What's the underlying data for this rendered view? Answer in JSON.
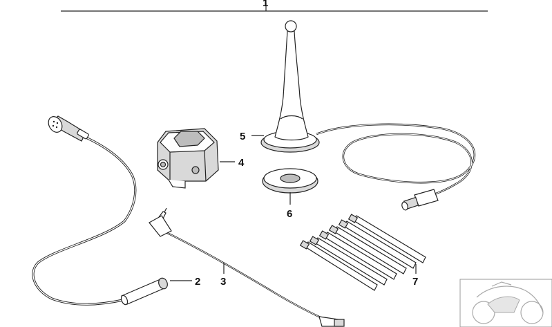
{
  "callouts": {
    "top": "1",
    "cable_adapter": "2",
    "patch_cable": "3",
    "module": "4",
    "antenna": "5",
    "washer": "6",
    "cable_ties": "7"
  },
  "colors": {
    "line": "#222222",
    "fill_light": "#d9d9d9",
    "fill_mid": "#bdbdbd",
    "background": "#ffffff"
  },
  "icons": {
    "thumbnail": "motorcycle-sketch-icon"
  }
}
